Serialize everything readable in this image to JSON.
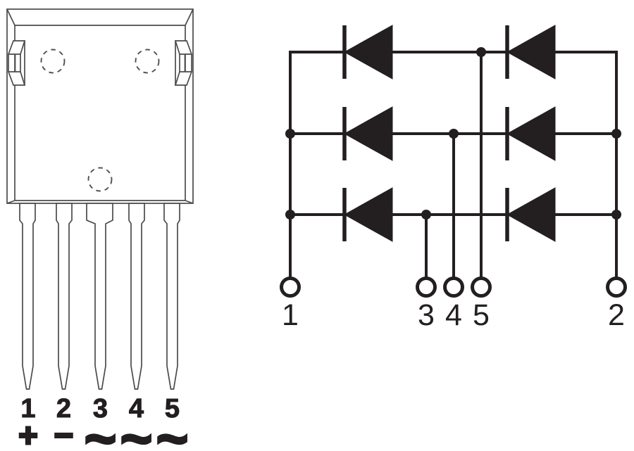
{
  "colors": {
    "schematic_ink": "#231f20",
    "outline_gray": "#4b4b4d",
    "background": "#ffffff"
  },
  "package": {
    "description": "5-lead power module package front view",
    "pins": [
      {
        "number": "1",
        "symbol": "+"
      },
      {
        "number": "2",
        "symbol": "−"
      },
      {
        "number": "3",
        "symbol": "~"
      },
      {
        "number": "4",
        "symbol": "~"
      },
      {
        "number": "5",
        "symbol": "~"
      }
    ]
  },
  "circuit": {
    "description": "three-phase bridge rectifier with six diodes",
    "terminals": [
      {
        "label": "1"
      },
      {
        "label": "3"
      },
      {
        "label": "4"
      },
      {
        "label": "5"
      },
      {
        "label": "2"
      }
    ]
  }
}
